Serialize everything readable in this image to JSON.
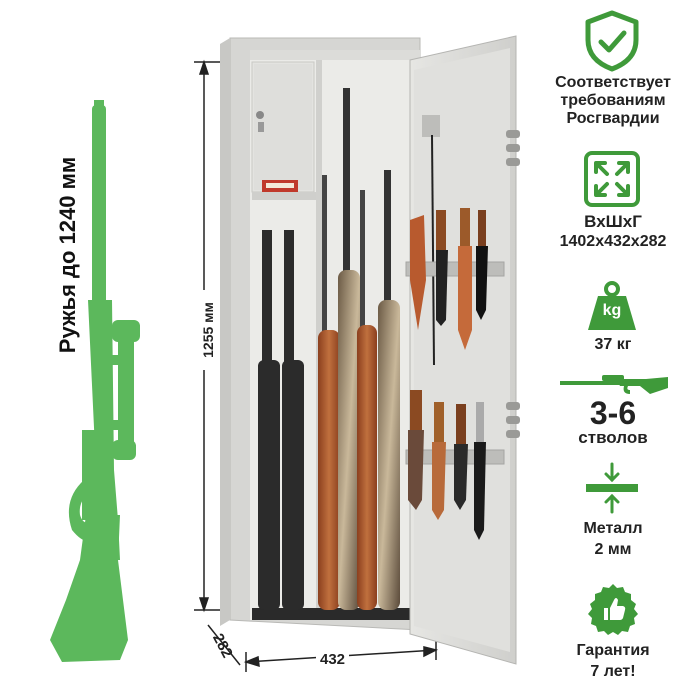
{
  "left": {
    "rifle_caption": "Ружья до 1240 мм"
  },
  "dimensions": {
    "height": "1255 мм",
    "width": "432",
    "depth": "282"
  },
  "features": {
    "rosgvardia": "Соответствует\nтребованиям\nРосгвардии",
    "size_label": "ВхШхГ",
    "size_value": "1402x432x282",
    "weight_badge": "kg",
    "weight_value": "37 кг",
    "barrels_value": "3-6",
    "barrels_label": "стволов",
    "metal_label": "Металл",
    "metal_value": "2 мм",
    "warranty_label": "Гарантия",
    "warranty_value": "7 лет!"
  },
  "colors": {
    "green": "#3f9a3a",
    "rifle_green": "#5cb85c",
    "safe_body": "#d9d9d6",
    "safe_inner": "#e9e9e6",
    "wood": "#a0522d"
  },
  "icons": [
    "shield-check-icon",
    "expand-arrows-icon",
    "weight-kg-icon",
    "rifle-icon",
    "metal-thickness-icon",
    "thumbs-up-icon"
  ]
}
